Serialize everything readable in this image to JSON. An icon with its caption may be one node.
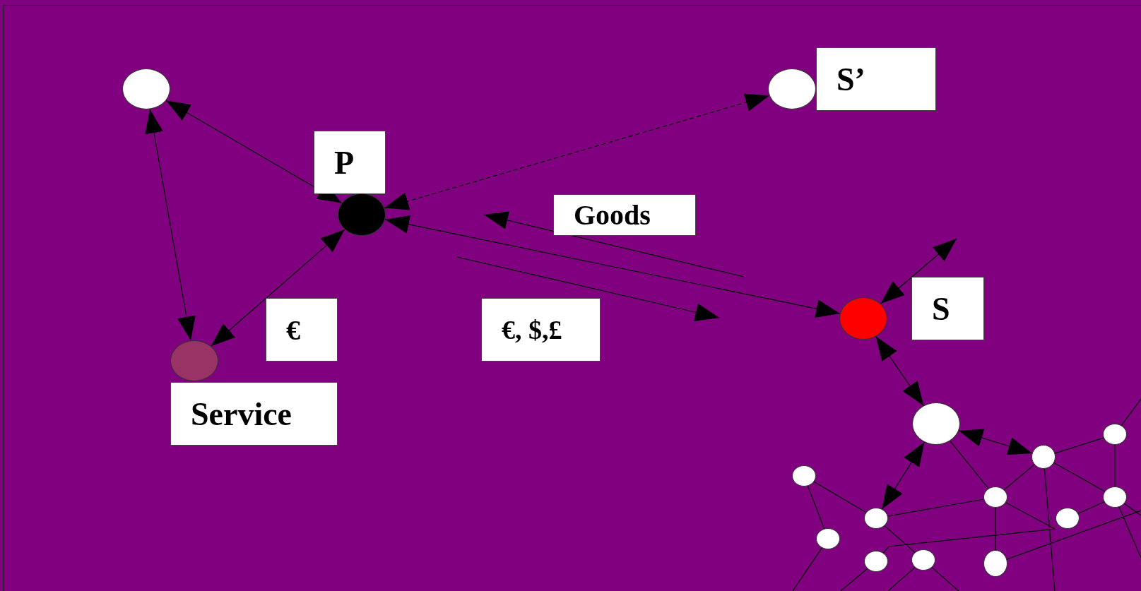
{
  "diagram": {
    "nodes": [
      {
        "text": [],
        "shape": "circle"
      },
      {
        "text": [],
        "shape": "circle"
      },
      {
        "text": [
          "S’"
        ]
      },
      {
        "text": [
          "P"
        ]
      },
      {
        "text": [],
        "shape": "circle"
      },
      {
        "text": [
          "Goods"
        ]
      },
      {
        "text": [
          "S"
        ]
      },
      {
        "text": [
          "€"
        ]
      },
      {
        "text": [
          "€, $,£"
        ]
      },
      {
        "text": [],
        "shape": "circle"
      },
      {
        "text": [],
        "shape": "circle"
      },
      {
        "text": [
          "Service"
        ]
      },
      {
        "text": [],
        "shape": "circle"
      },
      {
        "text": [],
        "shape": "circle"
      },
      {
        "text": [],
        "shape": "circle"
      },
      {
        "text": [],
        "shape": "circle"
      },
      {
        "text": [],
        "shape": "circle"
      },
      {
        "text": [],
        "shape": "circle"
      },
      {
        "text": [],
        "shape": "circle"
      },
      {
        "text": [],
        "shape": "circle"
      },
      {
        "text": [],
        "shape": "circle"
      },
      {
        "text": [],
        "shape": "circle"
      },
      {
        "text": [],
        "shape": "circle"
      },
      {
        "text": [],
        "shape": "circle"
      }
    ],
    "edges": [
      {
        "from": 4,
        "to": 0,
        "arrow": "both"
      },
      {
        "from": 10,
        "to": 0,
        "arrow": "both"
      },
      {
        "from": 10,
        "to": 4,
        "arrow": "both"
      },
      {
        "from": 4,
        "to": 1,
        "arrow": "both",
        "style": "dashed"
      },
      {
        "from": 9,
        "to": 4,
        "arrow": "both"
      },
      {
        "from": 9,
        "to": null,
        "arrow": "both"
      },
      {
        "from": 9,
        "to": 12,
        "arrow": "both"
      },
      {
        "from": 12,
        "to": 20,
        "arrow": "both"
      },
      {
        "from": 12,
        "to": 14,
        "arrow": "both"
      },
      {
        "from": 12,
        "to": 18,
        "arrow": "none"
      },
      {
        "from": 13,
        "to": 15,
        "arrow": "none"
      },
      {
        "from": 13,
        "to": 14,
        "arrow": "none"
      },
      {
        "from": 14,
        "to": 18,
        "arrow": "none"
      },
      {
        "from": 18,
        "to": 16,
        "arrow": "none"
      },
      {
        "from": 14,
        "to": 17,
        "arrow": "none"
      },
      {
        "from": 18,
        "to": 19,
        "arrow": "none"
      },
      {
        "from": 19,
        "to": null,
        "arrow": "none"
      },
      {
        "from": 18,
        "to": 20,
        "arrow": "none"
      },
      {
        "from": 20,
        "to": 22,
        "arrow": "none"
      },
      {
        "from": 20,
        "to": 23,
        "arrow": "none"
      },
      {
        "from": 23,
        "to": 21,
        "arrow": "none"
      },
      {
        "from": 22,
        "to": 23,
        "arrow": "none"
      },
      {
        "from": 22,
        "to": null,
        "arrow": "none"
      },
      {
        "from": 23,
        "to": null,
        "arrow": "none"
      },
      {
        "from": 23,
        "to": null,
        "arrow": "none"
      },
      {
        "from": 20,
        "to": null,
        "arrow": "none"
      },
      {
        "from": 15,
        "to": null,
        "arrow": "none"
      },
      {
        "from": 16,
        "to": null,
        "arrow": "none"
      },
      {
        "from": 17,
        "to": null,
        "arrow": "none"
      },
      {
        "from": 17,
        "to": null,
        "arrow": "none"
      }
    ]
  }
}
